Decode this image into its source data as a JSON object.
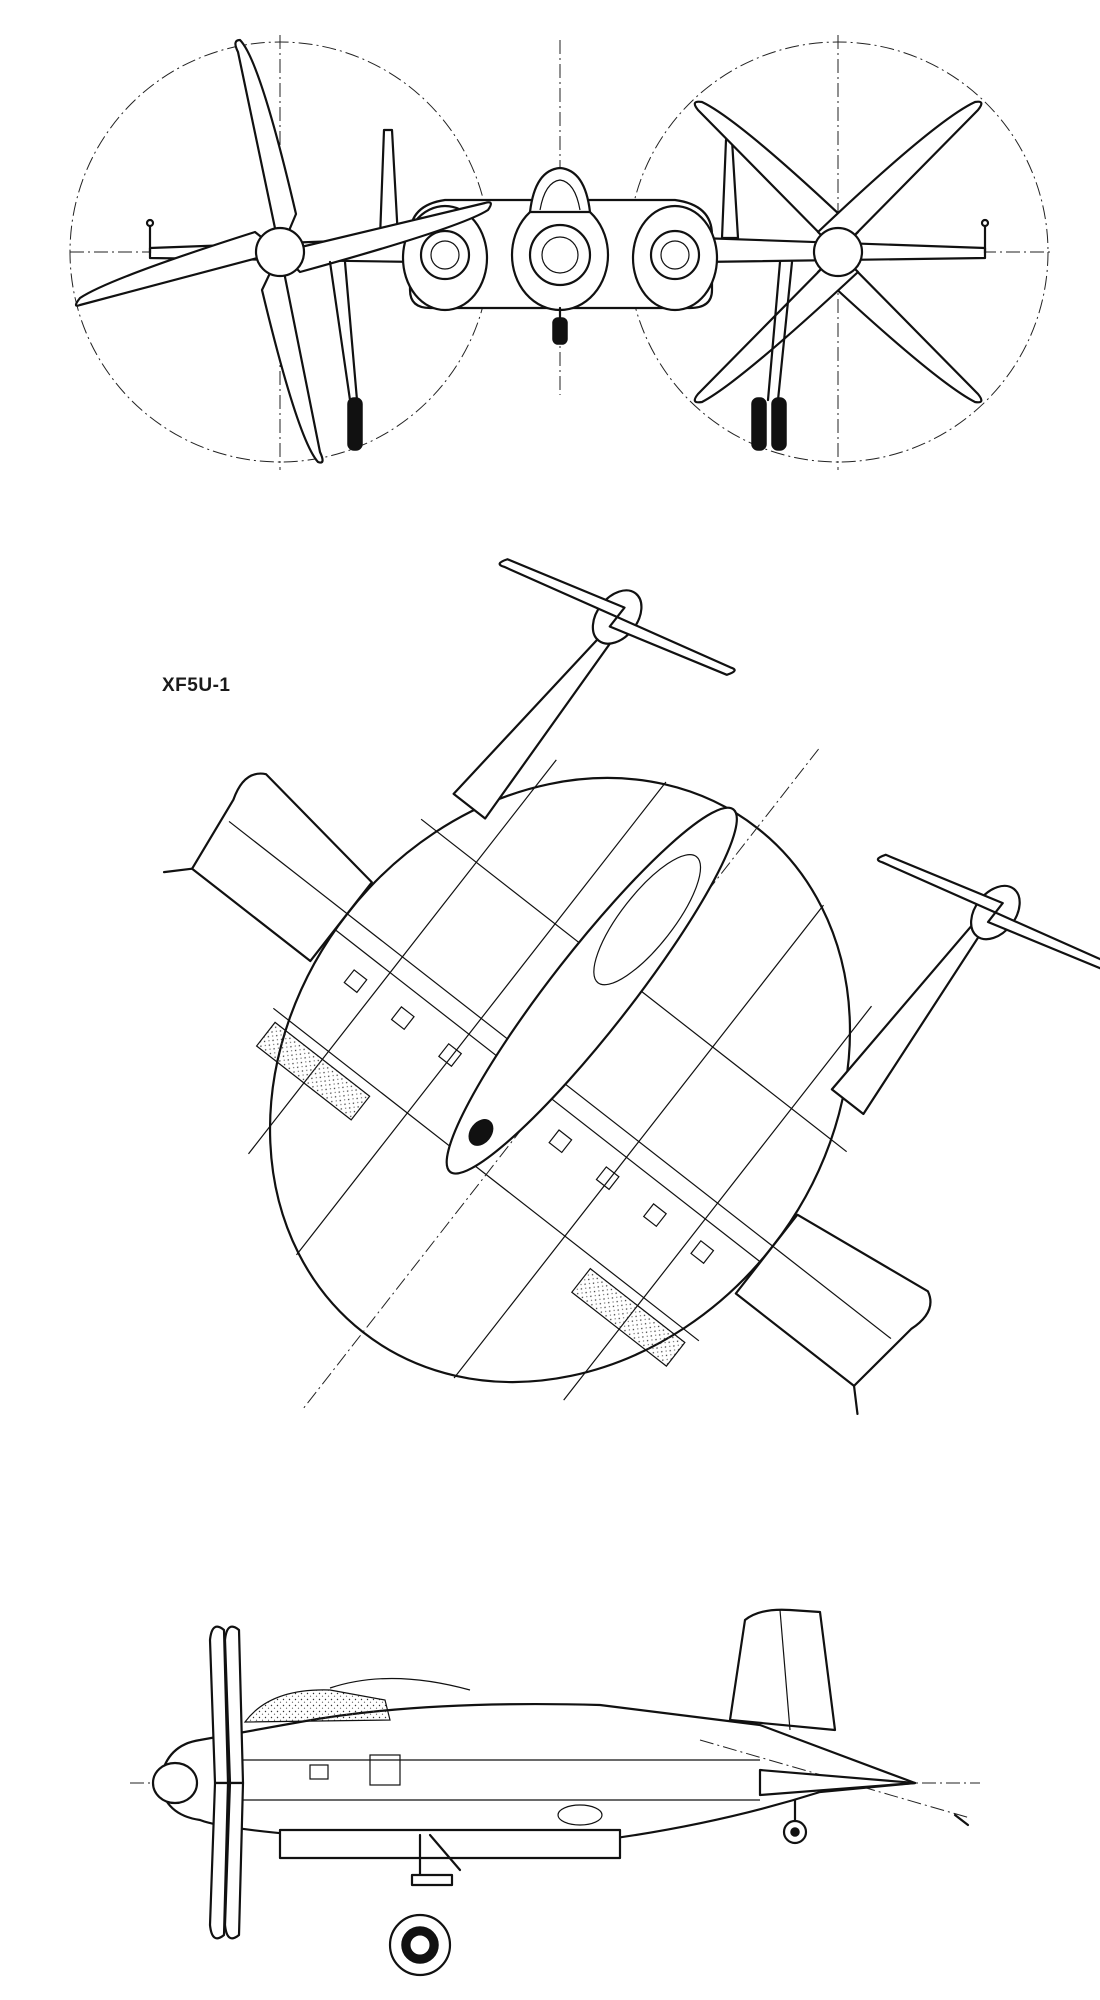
{
  "title": "XF5U-1",
  "views": [
    {
      "name": "front-view",
      "icon": "aircraft-front-view-drawing"
    },
    {
      "name": "top-view",
      "icon": "aircraft-planform-drawing"
    },
    {
      "name": "side-view",
      "icon": "aircraft-side-view-drawing"
    }
  ],
  "colors": {
    "ink": "#111111",
    "paper": "#ffffff"
  }
}
